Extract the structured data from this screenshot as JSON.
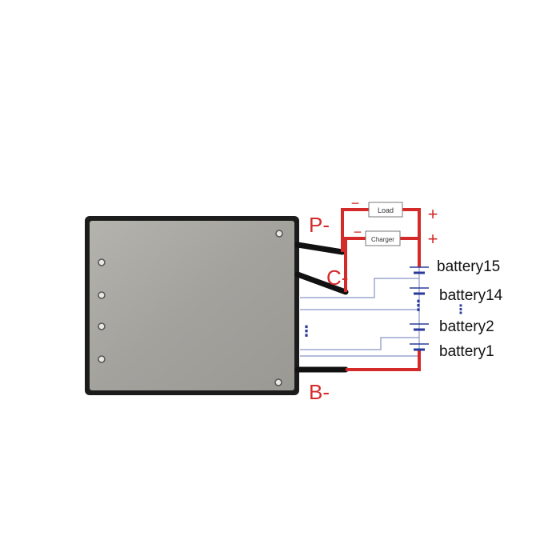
{
  "labels": {
    "p_minus": "P-",
    "c_minus": "C-",
    "b_minus": "B-",
    "load": "Load",
    "charger": "Charger",
    "plus_load": "+",
    "plus_charger": "+",
    "minus_load": "−",
    "minus_charger": "−",
    "ellipsis": "⋮"
  },
  "batteries": [
    {
      "label": "battery15"
    },
    {
      "label": "battery14"
    },
    {
      "label": "battery2"
    },
    {
      "label": "battery1"
    }
  ],
  "colors": {
    "wire_red": "#d42a2a",
    "sense_blue": "#8a93c8",
    "board_frame": "#1c1c1c",
    "board_plate": "#a7a6a1",
    "cable_black": "#111111",
    "ellipsis_blue": "#2a3a9a"
  }
}
